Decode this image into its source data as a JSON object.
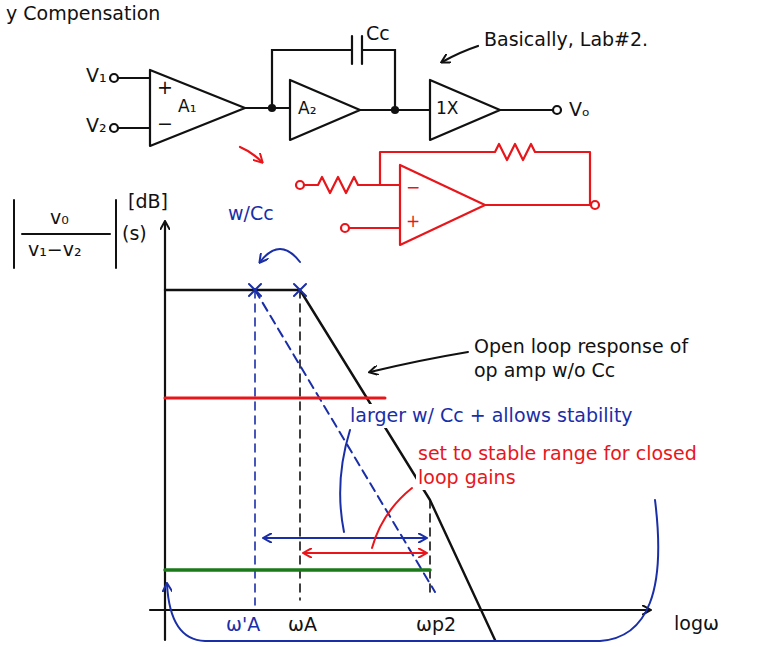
{
  "diagram": {
    "nodes": [
      {
        "text": [
          "A₁"
        ]
      },
      {
        "text": [
          "A₂"
        ]
      },
      {
        "text": [
          "1X"
        ]
      },
      {
        "text": [
          "−",
          "+"
        ]
      }
    ],
    "edges": [
      {
        "from": 0,
        "to": 1,
        "arrow": "none"
      },
      {
        "from": 1,
        "to": 2,
        "arrow": "none"
      }
    ],
    "labels": [
      "y Compensation",
      "Basically, Lab#2.",
      "V₁",
      "V₂",
      "+",
      "−",
      "Cc",
      "Vₒ",
      "v₀",
      "v₁−v₂",
      "(s)",
      "[dB]",
      "w/Cc",
      "Open loop response of op amp w/o Cc",
      "larger w/ Cc + allows stability",
      "set to stable range for closed loop gains",
      "ω'A",
      "ωA",
      "ωp2",
      "logω"
    ]
  }
}
